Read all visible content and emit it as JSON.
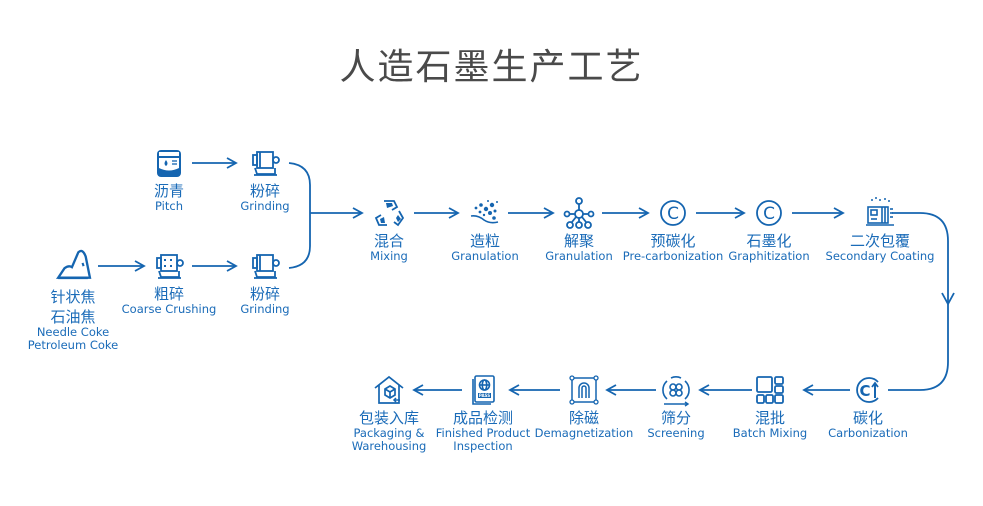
{
  "title": "人造石墨生产工艺",
  "colors": {
    "accent": "#1565b0",
    "title": "#4a4a4a",
    "background": "#ffffff"
  },
  "nodes": {
    "needle_coke": {
      "zh1": "针状焦",
      "zh2": "石油焦",
      "en1": "Needle Coke",
      "en2": "Petroleum Coke",
      "icon": "mountain-icon"
    },
    "pitch": {
      "zh": "沥青",
      "en": "Pitch",
      "icon": "barrel-icon"
    },
    "grinding_top": {
      "zh": "粉碎",
      "en": "Grinding",
      "icon": "grinder-icon"
    },
    "coarse_crushing": {
      "zh": "粗碎",
      "en": "Coarse Crushing",
      "icon": "crusher-icon"
    },
    "grinding_bottom": {
      "zh": "粉碎",
      "en": "Grinding",
      "icon": "grinder-icon"
    },
    "mixing": {
      "zh": "混合",
      "en": "Mixing",
      "icon": "recycle-icon"
    },
    "granulation": {
      "zh": "造粒",
      "en": "Granulation",
      "icon": "particles-icon"
    },
    "deagglomeration": {
      "zh": "解聚",
      "en": "Granulation",
      "icon": "molecule-icon"
    },
    "pre_carbonization": {
      "zh": "预碳化",
      "en": "Pre-carbonization",
      "icon": "carbon-icon"
    },
    "graphitization": {
      "zh": "石墨化",
      "en": "Graphitization",
      "icon": "carbon-icon"
    },
    "secondary_coating": {
      "zh": "二次包覆",
      "en": "Secondary Coating",
      "icon": "coating-machine-icon"
    },
    "carbonization": {
      "zh": "碳化",
      "en": "Carbonization",
      "icon": "carbon-up-icon"
    },
    "batch_mixing": {
      "zh": "混批",
      "en": "Batch Mixing",
      "icon": "grid-blocks-icon"
    },
    "screening": {
      "zh": "筛分",
      "en": "Screening",
      "icon": "sieve-icon"
    },
    "demagnetization": {
      "zh": "除磁",
      "en": "Demagnetization",
      "icon": "magnet-icon"
    },
    "inspection": {
      "zh": "成品检测",
      "en1": "Finished Product",
      "en2": "Inspection",
      "icon": "passport-icon"
    },
    "packaging": {
      "zh": "包装入库",
      "en1": "Packaging &",
      "en2": "Warehousing",
      "icon": "warehouse-icon"
    }
  }
}
